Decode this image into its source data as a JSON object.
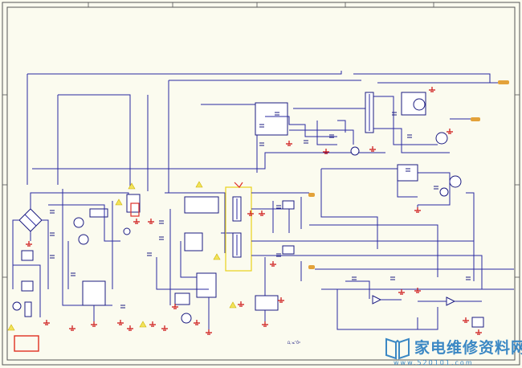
{
  "diagram_label": "Ω,:≤˚Õº",
  "watermark": {
    "title": "家电维修资料网",
    "url": "www.520101.com",
    "logo": "book-logo-icon",
    "colors": {
      "text": "#3b88c4",
      "url": "#3b88c4"
    }
  },
  "colors": {
    "background": "#fbfbef",
    "wire": "#2a2aa0",
    "ground": "#cc1111",
    "highlight": "#e8d21a",
    "connector": "#e3a23a"
  }
}
